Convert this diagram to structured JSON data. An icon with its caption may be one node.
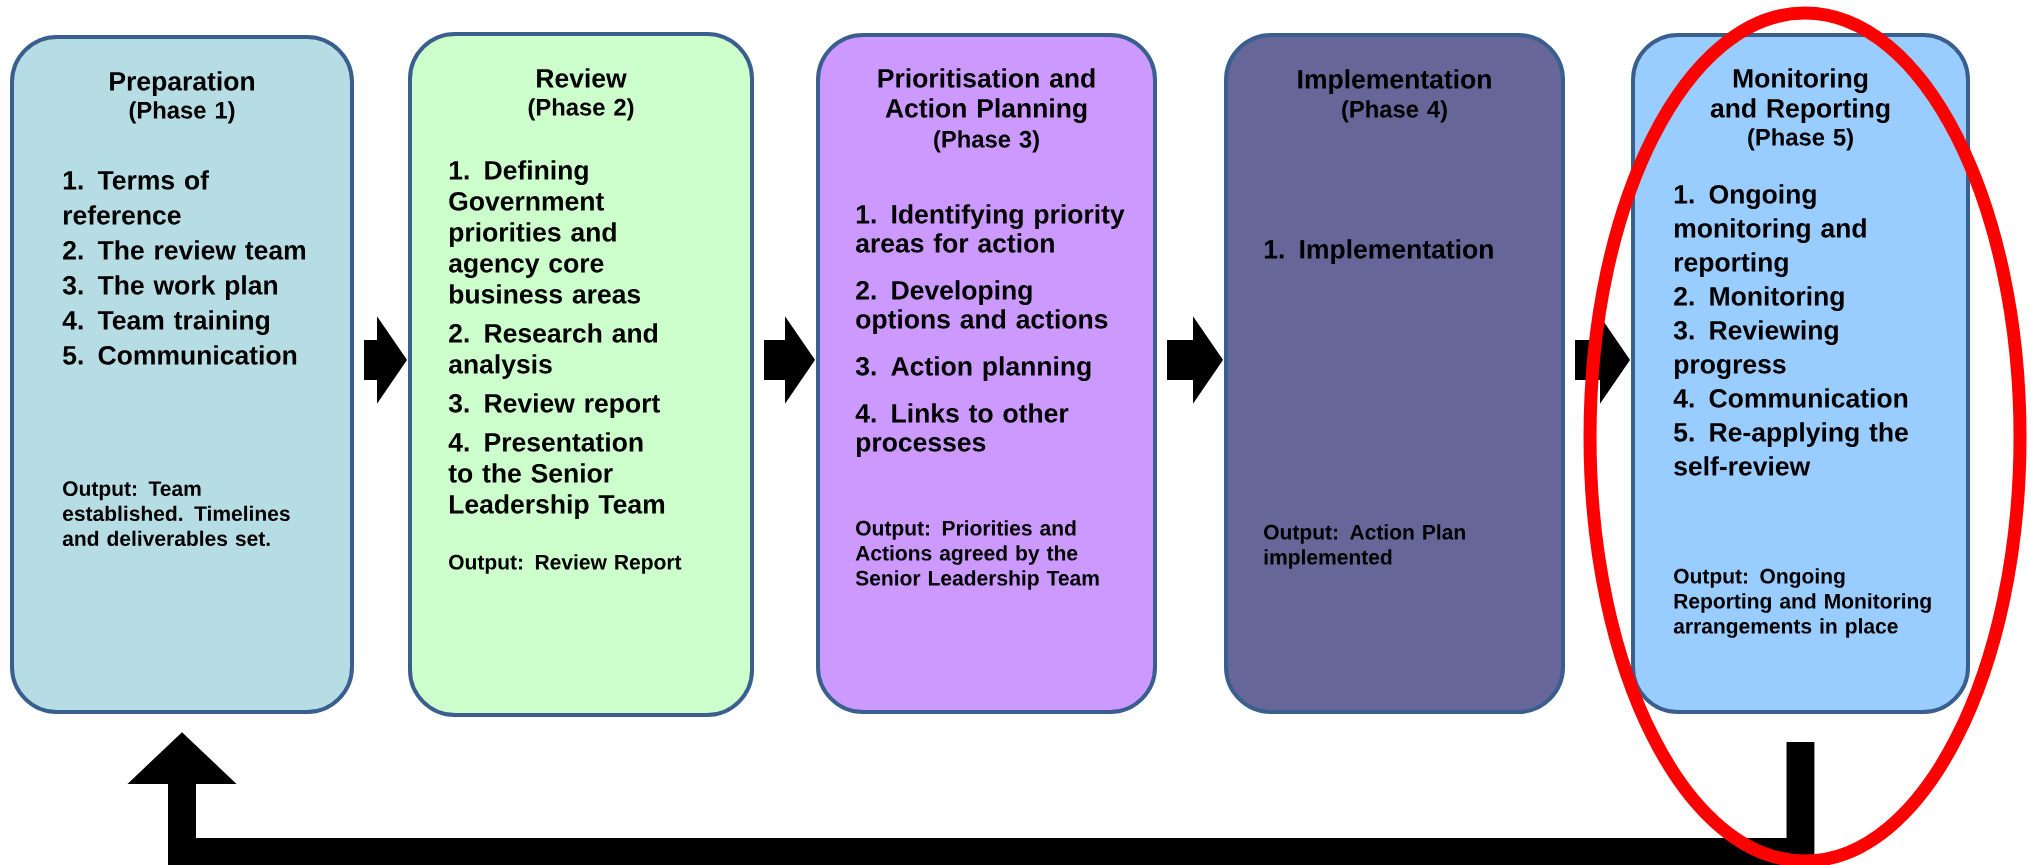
{
  "diagram": {
    "nodes": [
      {
        "text": [
          "Preparation",
          "(Phase 1)",
          "1. Terms of reference",
          "2. The review team",
          "3. The work plan",
          "4. Team training",
          "5. Communication",
          "Output: Team established. Timelines and deliverables set."
        ]
      },
      {
        "text": [
          "Review",
          "(Phase 2)",
          "1. Defining Government priorities and agency core business areas",
          "2. Research and analysis",
          "3. Review report",
          "4. Presentation to the Senior Leadership Team",
          "Output: Review Report"
        ]
      },
      {
        "text": [
          "Prioritisation and Action Planning",
          "(Phase 3)",
          "1. Identifying priority areas for action",
          "2. Developing options and actions",
          "3. Action planning",
          "4. Links to other processes",
          "Output: Priorities and Actions agreed by the Senior Leadership Team"
        ]
      },
      {
        "text": [
          "Implementation",
          "(Phase 4)",
          "1. Implementation",
          "Output: Action Plan implemented"
        ]
      },
      {
        "text": [
          "Monitoring and Reporting",
          "(Phase 5)",
          "1. Ongoing monitoring and reporting",
          "2. Monitoring",
          "3. Reviewing progress",
          "4. Communication",
          "5. Re-applying the self-review",
          "Output: Ongoing Reporting and Monitoring arrangements in place"
        ]
      }
    ],
    "edges": [
      {
        "from": 0,
        "to": 1,
        "arrow": "to"
      },
      {
        "from": 1,
        "to": 2,
        "arrow": "to"
      },
      {
        "from": 2,
        "to": 3,
        "arrow": "to"
      },
      {
        "from": 3,
        "to": 4,
        "arrow": "to"
      },
      {
        "from": 4,
        "to": 0,
        "arrow": "to"
      }
    ]
  }
}
